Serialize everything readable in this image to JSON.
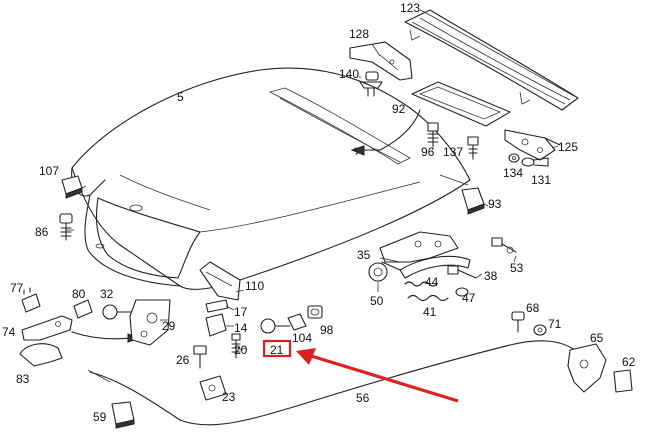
{
  "diagram": {
    "part_numbers": [
      "123",
      "128",
      "140",
      "5",
      "92",
      "96",
      "137",
      "125",
      "134",
      "131",
      "107",
      "86",
      "93",
      "35",
      "38",
      "53",
      "44",
      "50",
      "47",
      "41",
      "110",
      "77",
      "80",
      "32",
      "74",
      "29",
      "17",
      "14",
      "20",
      "104",
      "98",
      "26",
      "21",
      "83",
      "68",
      "71",
      "65",
      "62",
      "23",
      "56",
      "59"
    ],
    "highlight": {
      "label": "21",
      "box_color": "#e02020",
      "arrow_color": "#e02020"
    }
  }
}
